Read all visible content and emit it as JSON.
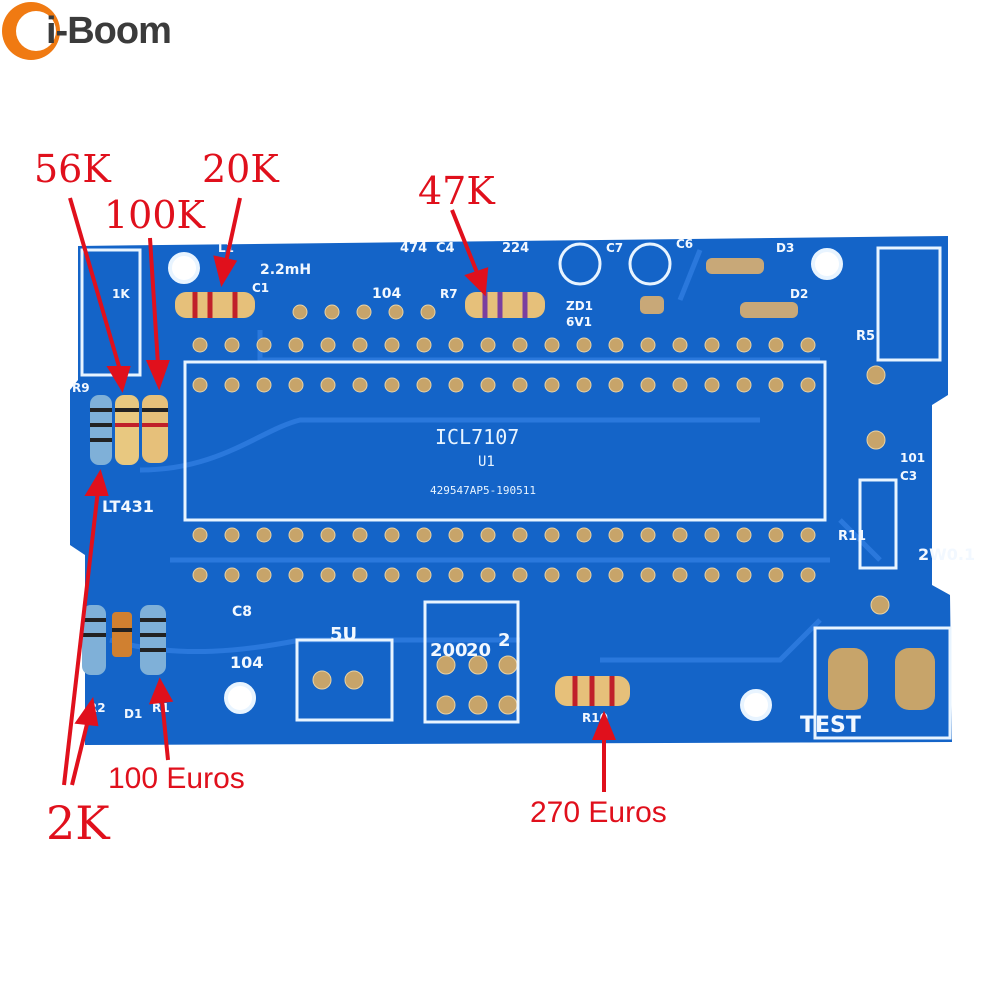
{
  "brand": {
    "name": "i-Boom",
    "accent_color": "#f07a12",
    "text_color": "#3b3b3b"
  },
  "board": {
    "pcb_color": "#1464c8",
    "trace_color": "#2a78dc",
    "pad_color": "#c7a46a",
    "chip_label": "ICL7107",
    "chip_ref": "U1",
    "chip_code": "429547AP5-190511",
    "silk_labels": {
      "lt431": "LT431",
      "c8": "C8",
      "c8_value": "104",
      "cap_104": "104",
      "inductor": "2.2mH",
      "inductor_ref": "L1",
      "c1": "C1",
      "r7": "R7",
      "r9": "R9",
      "r2": "R2",
      "d1": "D1",
      "r1": "R1",
      "r10": "R10",
      "r11": "R11",
      "r5": "R5",
      "d2": "D2",
      "d3": "D3",
      "c6": "C6",
      "c7": "C7",
      "c3": "C3",
      "c3_value": "101",
      "zd1": "ZD1",
      "zd1_value": "6V1",
      "range_200": "200",
      "range_20": "20",
      "range_2": "2",
      "supply": "5U",
      "shunt": "2W0.1",
      "test": "TEST",
      "cap_474": "474",
      "cap_224": "224",
      "c4": "C4",
      "r9_value": "1K"
    }
  },
  "annotations": [
    {
      "id": "56k",
      "text": "56K"
    },
    {
      "id": "20k",
      "text": "20K"
    },
    {
      "id": "100k",
      "text": "100K"
    },
    {
      "id": "47k",
      "text": "47K"
    },
    {
      "id": "2k",
      "text": "2K"
    },
    {
      "id": "100-euros",
      "text": "100 Euros"
    },
    {
      "id": "270-euros",
      "text": "270 Euros"
    }
  ],
  "annotation_color": "#e0101c"
}
